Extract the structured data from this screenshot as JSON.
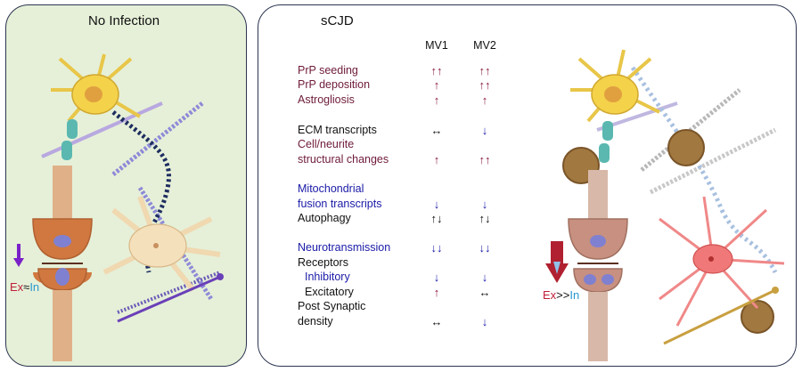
{
  "left_panel": {
    "title": "No Infection",
    "ratio": {
      "ex": "Ex",
      "op": "≈",
      "in": "In"
    }
  },
  "right_panel": {
    "title": "sCJD",
    "columns": [
      "MV1",
      "MV2"
    ],
    "ratio": {
      "ex": "Ex",
      "op": ">>",
      "in": "In"
    },
    "rows": [
      {
        "label": "PrP seeding",
        "mv1": "↑↑",
        "mv2": "↑↑"
      },
      {
        "label": "PrP deposition",
        "mv1": "↑",
        "mv2": "↑↑"
      },
      {
        "label": "Astrogliosis",
        "mv1": "↑",
        "mv2": "↑"
      },
      {
        "label": "ECM transcripts",
        "mv1": "↔",
        "mv2": "↓"
      },
      {
        "label": "Cell/neurite",
        "mv1": "",
        "mv2": ""
      },
      {
        "label": "structural changes",
        "mv1": "↑",
        "mv2": "↑↑"
      },
      {
        "label": "Mitochondrial",
        "mv1": "",
        "mv2": ""
      },
      {
        "label": "fusion transcripts",
        "mv1": "↓",
        "mv2": "↓"
      },
      {
        "label": "Autophagy",
        "mv1": "↑↓",
        "mv2": "↑↓"
      },
      {
        "label": "Neurotransmission",
        "mv1": "↓↓",
        "mv2": "↓↓"
      },
      {
        "label": "Receptors",
        "mv1": "",
        "mv2": ""
      },
      {
        "label": "Inhibitory",
        "mv1": "↓",
        "mv2": "↓"
      },
      {
        "label": "Excitatory",
        "mv1": "↑",
        "mv2": "↔"
      },
      {
        "label": "Post Synaptic",
        "mv1": "",
        "mv2": ""
      },
      {
        "label": "density",
        "mv1": "↔",
        "mv2": "↓"
      }
    ]
  },
  "colors": {
    "panel_border": "#2b3550",
    "left_bg": "#e6f0d8",
    "up_arrow": "#8a1c3c",
    "down_arrow": "#1a1aa8",
    "ex": "#c0203a",
    "in": "#2a98d0"
  }
}
